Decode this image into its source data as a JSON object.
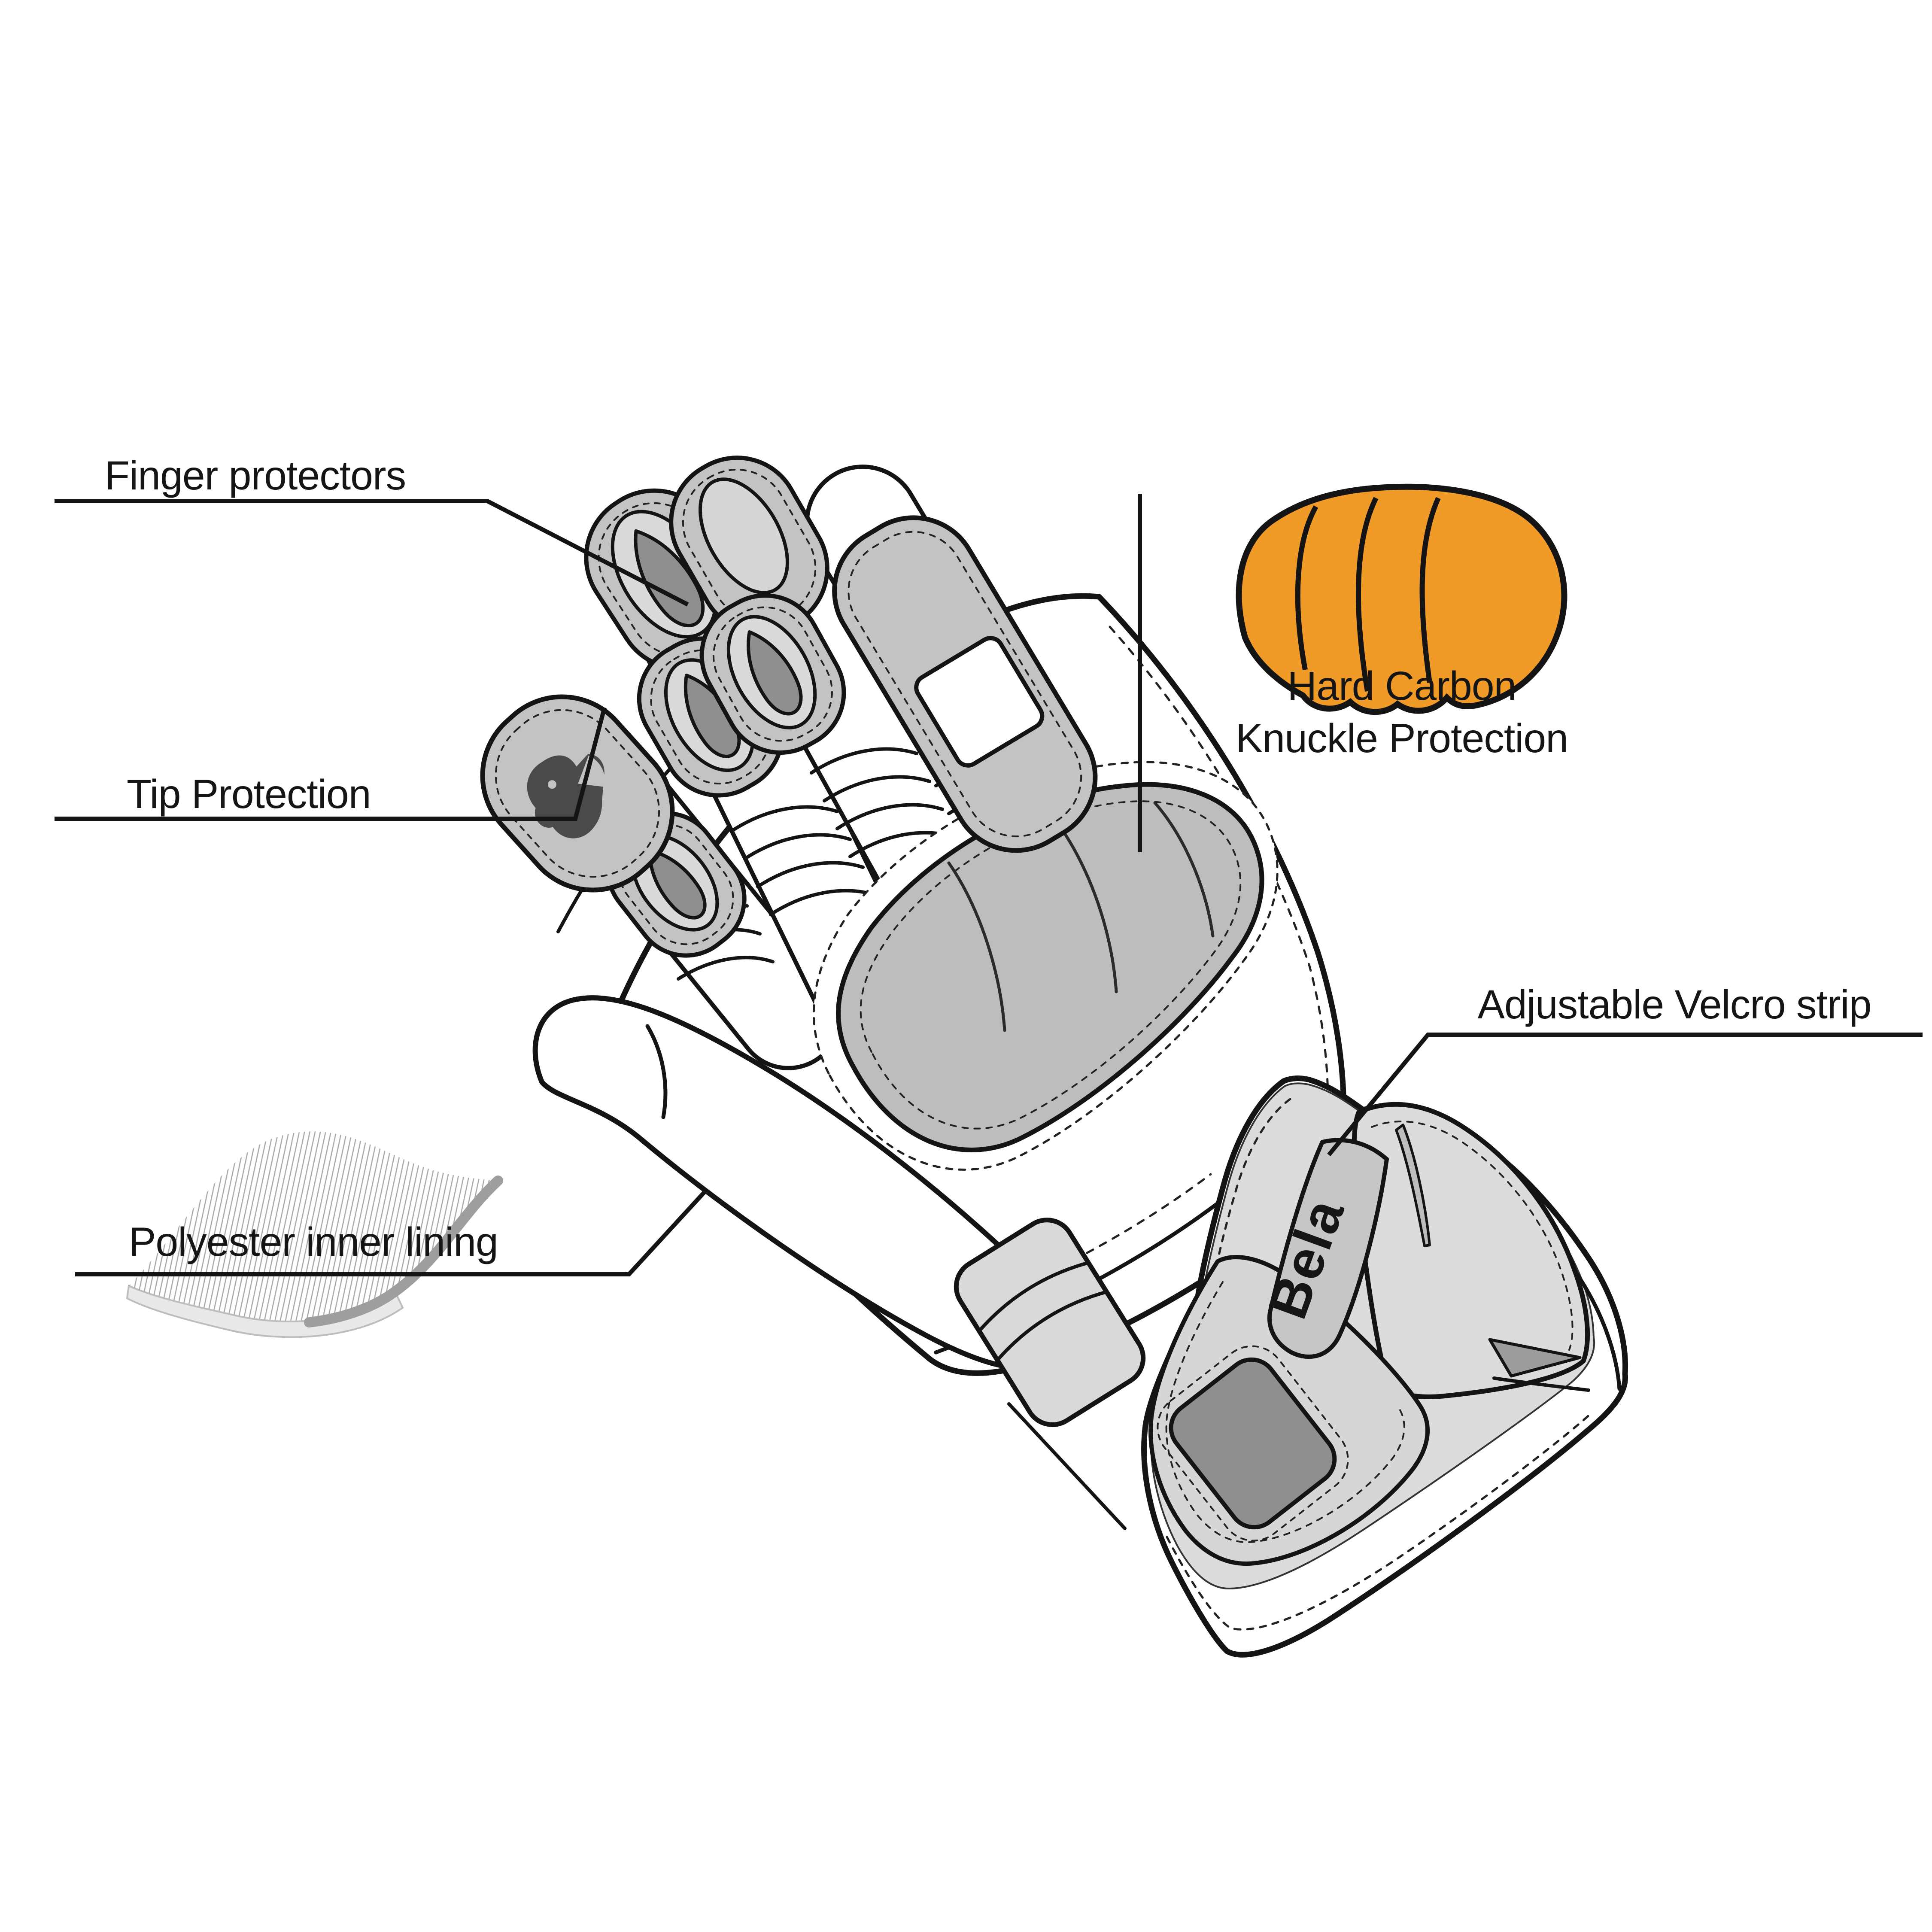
{
  "diagram": {
    "type": "product-feature-callout-diagram",
    "subject": "motorcycle glove (back view with gauntlet cuff)",
    "brand_logo_text": "Bela",
    "labels": {
      "finger_protectors": "Finger protectors",
      "tip_protection": "Tip Protection",
      "hard_carbon_line1": "Hard Carbon",
      "hard_carbon_line2": "Knuckle Protection",
      "adjustable_velcro_strip": "Adjustable Velcro strip",
      "polyester_inner_lining": "Polyester inner lining"
    },
    "icons": {
      "bear_logo": "bela-bear-logo-icon",
      "knuckle_pad": "hard-carbon-knuckle-pad-icon",
      "fabric_swatch": "polyester-lining-swatch-icon"
    },
    "colors": {
      "outline_black": "#141414",
      "knuckle_highlight_orange": "#F09A28",
      "pad_gray": "#C3C3C3",
      "pad_inner_light": "#DADADA",
      "pad_core_dark": "#8F8F8F",
      "knuckle_pad_gray": "#BDBDBD",
      "cuff_gray": "#DCDCDC",
      "strap_gray": "#C6C6C6",
      "patch_dark_gray": "#8F8F8F",
      "logo_text_gray": "#6F6F6F",
      "hatch_gray": "#A9A9A9"
    }
  }
}
